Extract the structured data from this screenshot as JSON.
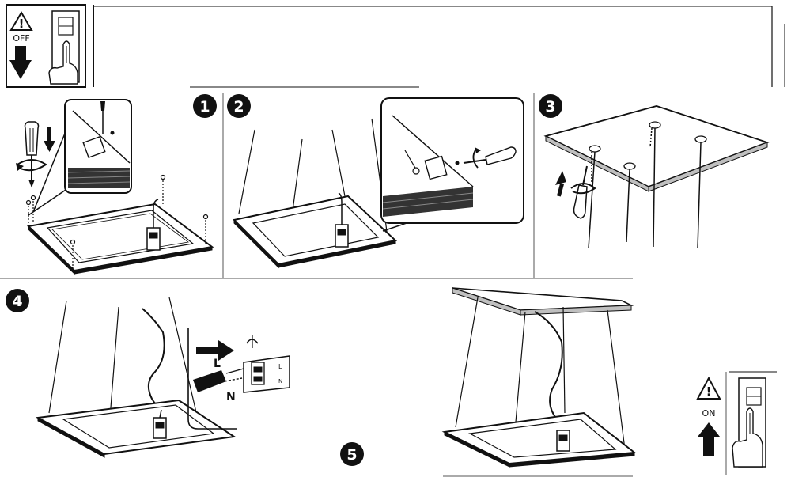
{
  "steps": [
    {
      "number": "1"
    },
    {
      "number": "2"
    },
    {
      "number": "3"
    },
    {
      "number": "4"
    },
    {
      "number": "5"
    }
  ],
  "warning_off": {
    "label": "OFF"
  },
  "warning_on": {
    "label": "ON"
  },
  "wiring": {
    "live_label": "L",
    "neutral_label": "N",
    "terminal_l": "L",
    "terminal_n": "N"
  },
  "colors": {
    "ink": "#111111",
    "panel_fill": "#ffffff",
    "badge": "#111111",
    "ceiling_side": "#bfbfbf"
  }
}
